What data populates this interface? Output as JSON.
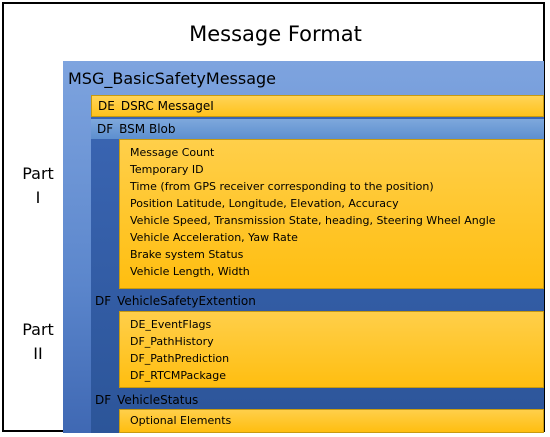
{
  "title": "Message Format",
  "parts": [
    {
      "word": "Part",
      "numeral": "I"
    },
    {
      "word": "Part",
      "numeral": "II"
    }
  ],
  "message": {
    "label": "MSG_BasicSafetyMessage",
    "dsrc": {
      "prefix": "DE",
      "label": "DSRC MessageI"
    },
    "bsm_blob": {
      "prefix": "DF",
      "label": "BSM Blob",
      "items": [
        "Message Count",
        "Temporary ID",
        "Time (from GPS receiver corresponding to the position)",
        "Position Latitude, Longitude, Elevation, Accuracy",
        "Vehicle Speed, Transmission State, heading, Steering Wheel Angle",
        "Vehicle Acceleration, Yaw Rate",
        "Brake system Status",
        "Vehicle Length, Width"
      ]
    },
    "vehicle_safety_ext": {
      "prefix": "DF",
      "label": "VehicleSafetyExtention",
      "items": [
        "DE_EventFlags",
        "DF_PathHistory",
        "DF_PathPrediction",
        "DF_RTCMPackage"
      ]
    },
    "vehicle_status": {
      "prefix": "DF",
      "label": "VehicleStatus",
      "items": [
        "Optional Elements"
      ]
    }
  },
  "colors": {
    "outer_blue": "#5b86cc",
    "inner_blue": "#2c5599",
    "light_blue": "#7ea8dc",
    "yellow": "#ffc21c"
  }
}
